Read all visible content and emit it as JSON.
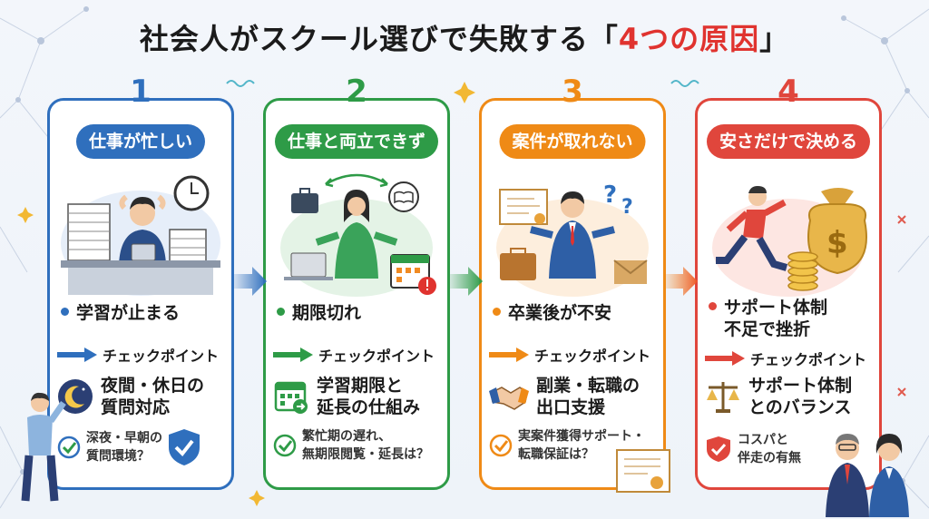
{
  "title": {
    "main": "社会人がスクール選びで失敗する「",
    "highlight": "4つの原因",
    "close": "」"
  },
  "colors": {
    "blue": "#2f6fbd",
    "green": "#2e9b47",
    "orange": "#ef8a16",
    "red": "#e0463c"
  },
  "cards": [
    {
      "number": "1",
      "label": "仕事が忙しい",
      "issue": "学習が止まる",
      "check_label": "チェックポイント",
      "solution_line1": "夜間・休日の",
      "solution_line2": "質問対応",
      "question_line1": "深夜・早朝の",
      "question_line2": "質問環境？"
    },
    {
      "number": "2",
      "label": "仕事と両立できず",
      "issue": "期限切れ",
      "check_label": "チェックポイント",
      "solution_line1": "学習期限と",
      "solution_line2": "延長の仕組み",
      "question_line1": "繁忙期の遅れ、",
      "question_line2": "無期限閲覧・延長は？"
    },
    {
      "number": "3",
      "label": "案件が取れない",
      "issue": "卒業後が不安",
      "check_label": "チェックポイント",
      "solution_line1": "副業・転職の",
      "solution_line2": "出口支援",
      "question_line1": "実案件獲得サポート・",
      "question_line2": "転職保証は？"
    },
    {
      "number": "4",
      "label": "安さだけで決める",
      "issue_line1": "サポート体制",
      "issue_line2": "不足で挫折",
      "check_label": "チェックポイント",
      "solution_line1": "サポート体制",
      "solution_line2": "とのバランス",
      "question_line1": "コスパと",
      "question_line2": "伴走の有無"
    }
  ]
}
